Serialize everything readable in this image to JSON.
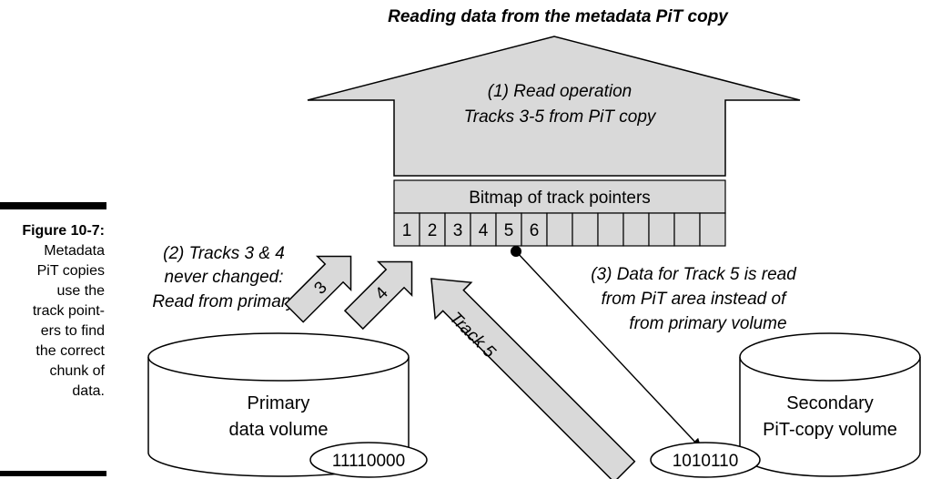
{
  "title": "Reading data from the metadata PiT copy",
  "caption": {
    "label": "Figure 10-7:",
    "lines": [
      "Metadata",
      "PiT copies",
      "use the",
      "track point-",
      "ers to find",
      "the correct",
      "chunk of",
      "data."
    ]
  },
  "read_arrow": {
    "line1": "(1) Read operation",
    "line2": "Tracks 3-5 from PiT copy"
  },
  "bitmap": {
    "header": "Bitmap of track pointers",
    "cells": [
      "1",
      "2",
      "3",
      "4",
      "5",
      "6",
      "",
      "",
      "",
      "",
      "",
      "",
      ""
    ]
  },
  "note_primary": [
    "(2) Tracks 3 & 4",
    "never changed:",
    "Read from primary"
  ],
  "note_pit": [
    "(3) Data for Track 5 is read",
    "from PiT area instead of",
    "from primary volume"
  ],
  "arrow_labels": {
    "track3": "3",
    "track4": "4",
    "track5": "Track 5"
  },
  "primary_volume": {
    "line1": "Primary",
    "line2": "data volume",
    "bits": "11110000"
  },
  "secondary_volume": {
    "line1": "Secondary",
    "line2": "PiT-copy volume",
    "bits": "1010110"
  },
  "colors": {
    "fill": "#d9d9d9",
    "stroke": "#000000"
  }
}
